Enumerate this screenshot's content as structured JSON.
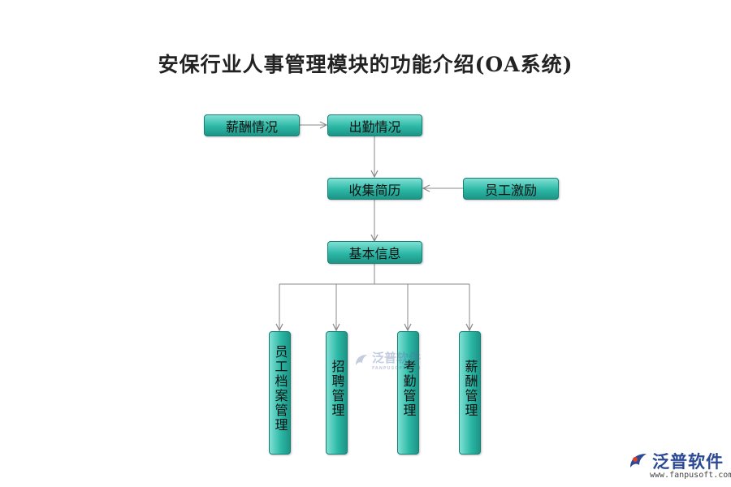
{
  "title": "安保行业人事管理模块的功能介绍(OA系统)",
  "nodes": {
    "salary_status": "薪酬情况",
    "attendance_status": "出勤情况",
    "collect_resume": "收集简历",
    "employee_incentive": "员工激励",
    "basic_info": "基本信息",
    "employee_file_mgmt": "员工档案管理",
    "recruitment_mgmt": "招聘管理",
    "attendance_mgmt": "考勤管理",
    "salary_mgmt": "薪酬管理"
  },
  "colors": {
    "node_fill": "#2cb8a6",
    "connector": "#888888",
    "brand": "#2c4a94"
  },
  "watermark": {
    "center_cn": "泛普软件",
    "center_en": "FANPUSOFT.COM",
    "logo_cn": "泛普软件",
    "logo_url": "www.fanpusoft.com",
    "logo_icon": "fanpu-logo-icon"
  }
}
